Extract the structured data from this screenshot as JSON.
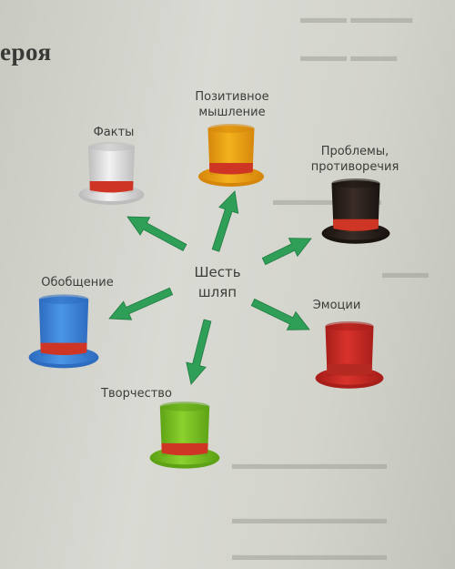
{
  "heading": "ероя",
  "center": {
    "line1": "Шесть",
    "line2": "шляп"
  },
  "hats": [
    {
      "id": "facts",
      "label_lines": [
        "Факты"
      ],
      "body": "#f2f2f2",
      "shade": "#bdbdbd",
      "band": "#cf3524"
    },
    {
      "id": "positive",
      "label_lines": [
        "Позитивное",
        "мышление"
      ],
      "body": "#f4b21e",
      "shade": "#d6870b",
      "band": "#cf3524"
    },
    {
      "id": "problems",
      "label_lines": [
        "Проблемы,",
        "противоречия"
      ],
      "body": "#3a2c27",
      "shade": "#1a1411",
      "band": "#cf3524"
    },
    {
      "id": "generalization",
      "label_lines": [
        "Обобщение"
      ],
      "body": "#4b96e6",
      "shade": "#2e6cc0",
      "band": "#cf3524"
    },
    {
      "id": "emotions",
      "label_lines": [
        "Эмоции"
      ],
      "body": "#d9332b",
      "shade": "#a81e1a",
      "band": "#b52a20"
    },
    {
      "id": "creativity",
      "label_lines": [
        "Творчество"
      ],
      "body": "#8bd12e",
      "shade": "#5da315",
      "band": "#cf3524"
    }
  ],
  "arrow_color": "#2f9e57"
}
